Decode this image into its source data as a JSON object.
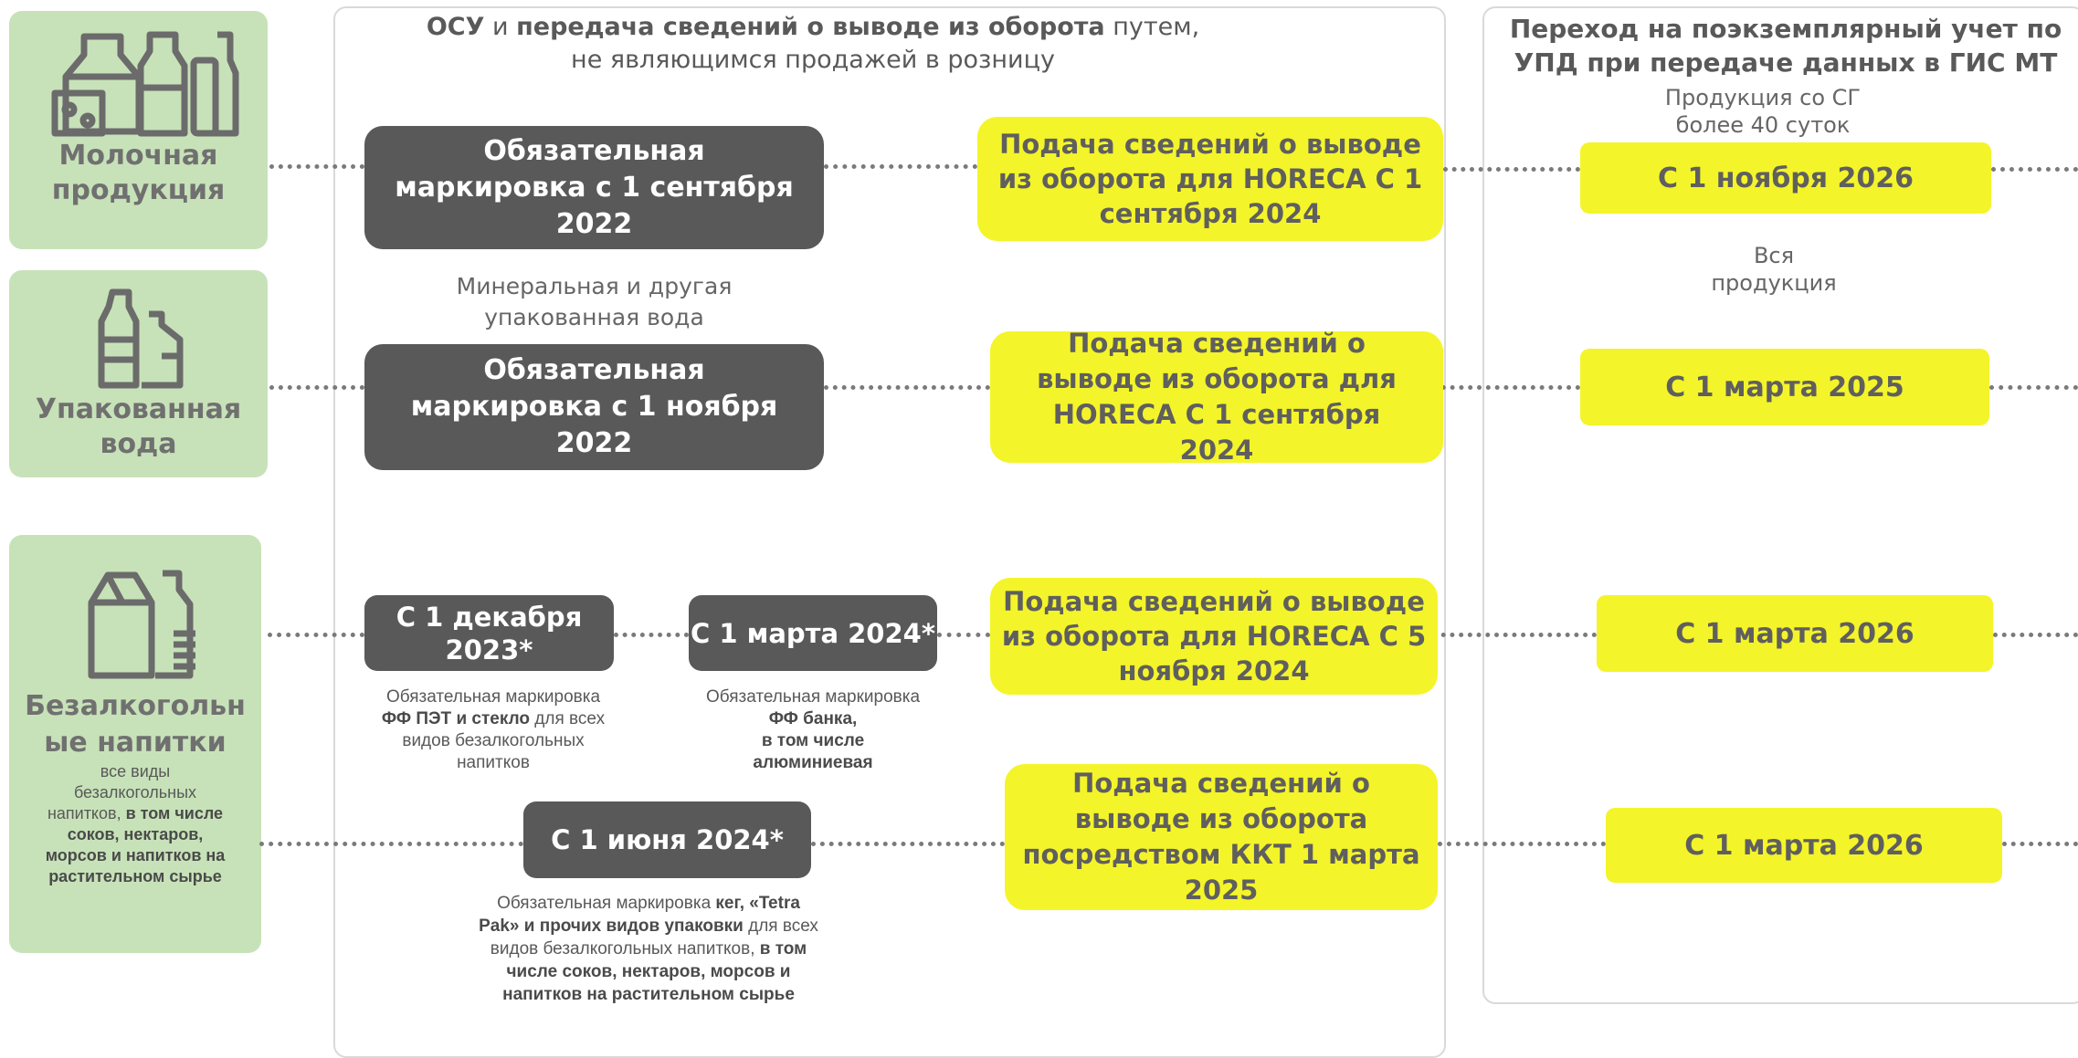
{
  "categories": {
    "dairy": {
      "label_1": "Молочная",
      "label_2": "продукция"
    },
    "water": {
      "label_1": "Упакованная",
      "label_2": "вода"
    },
    "soft": {
      "label_1": "Безалкогольн",
      "label_2": "ые напитки",
      "note_1": "все виды",
      "note_2": "безалкогольных",
      "note_3a": "напитков, ",
      "note_3b": "в том числе",
      "note_4": "соков, нектаров,",
      "note_5": "морсов и напитков на",
      "note_6": "растительном сырье"
    }
  },
  "middle": {
    "header_b1": "ОСУ",
    "header_t1": " и ",
    "header_b2": "передача сведений о выводе из оборота",
    "header_t2": " путем,",
    "header_line2": "не являющимся продажей в розницу",
    "dairy_mark": "Обязательная маркировка с 1 сентября 2022",
    "water_caption_1": "Минеральная и другая",
    "water_caption_2": "упакованная вода",
    "water_mark": "Обязательная маркировка с 1 ноября 2022",
    "soft_dec": "С 1 декабря 2023*",
    "soft_dec_note_1": "Обязательная маркировка",
    "soft_dec_note_2b": "ФФ ПЭТ и стекло",
    "soft_dec_note_2t": " для всех",
    "soft_dec_note_3": "видов безалкогольных",
    "soft_dec_note_4": "напитков",
    "soft_mar": "С 1 марта 2024*",
    "soft_mar_note_1": "Обязательная маркировка",
    "soft_mar_note_2": "ФФ банка,",
    "soft_mar_note_3": "в том числе",
    "soft_mar_note_4": "алюминиевая",
    "soft_jun": "С 1 июня 2024*",
    "soft_jun_note_1t": "Обязательная маркировка ",
    "soft_jun_note_1b": "кег, «Tetra",
    "soft_jun_note_2b": "Pak» и прочих видов упаковки",
    "soft_jun_note_2t": " для всех",
    "soft_jun_note_3t": "видов безалкогольных напитков, ",
    "soft_jun_note_3b": "в том",
    "soft_jun_note_4": "числе соков, нектаров, морсов и",
    "soft_jun_note_5": "напитков на растительном сырье"
  },
  "yellow_boxes": {
    "dairy": "Подача сведений о выводе из оборота для HORECA С 1 сентября  2024",
    "water": "Подача сведений о выводе из оборота для HORECA С 1 сентября  2024",
    "soft1": "Подача сведений о выводе из оборота для HORECA С 5 ноября 2024",
    "soft2": "Подача сведений о выводе из оборота посредством ККТ 1 марта 2025"
  },
  "right": {
    "header_line1": "Переход на поэкземплярный учет по",
    "header_line2": "УПД  при передаче данных в ГИС МТ",
    "sub1_line1": "Продукция со СГ",
    "sub1_line2": "более 40 суток",
    "box1": "С 1 ноября 2026",
    "sub2_line1": "Вся",
    "sub2_line2": "продукция",
    "box2": "С 1 марта 2025",
    "box3": "С 1 марта 2026",
    "box4": "С 1 марта 2026"
  },
  "colors": {
    "category_bg": "#c7e2b8",
    "dark_box": "#595959",
    "yellow_box": "#f4f42a",
    "panel_border": "#d9d9d9"
  }
}
